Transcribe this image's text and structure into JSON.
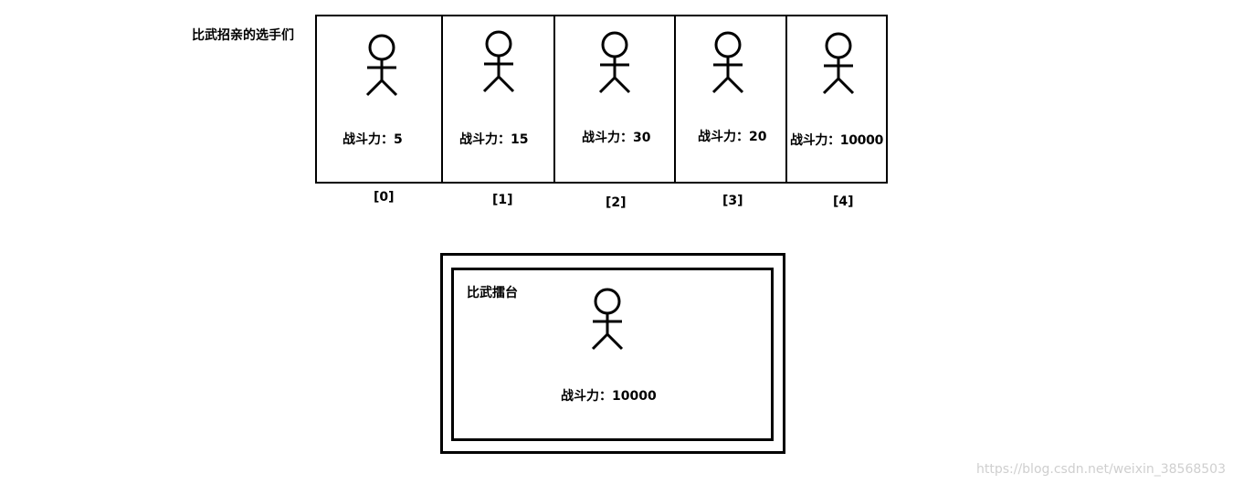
{
  "contestants_title": "比武招亲的选手们",
  "contestants": [
    {
      "power": "战斗力：5",
      "index": "[0]"
    },
    {
      "power": "战斗力：15",
      "index": "[1]"
    },
    {
      "power": "战斗力：30",
      "index": "[2]"
    },
    {
      "power": "战斗力：20",
      "index": "[3]"
    },
    {
      "power": "战斗力：10000",
      "index": "[4]"
    }
  ],
  "arena": {
    "label": "比武擂台",
    "power": "战斗力：10000"
  },
  "watermark": "https://blog.csdn.net/weixin_38568503",
  "icons": {
    "figure": "stick-figure-icon"
  }
}
